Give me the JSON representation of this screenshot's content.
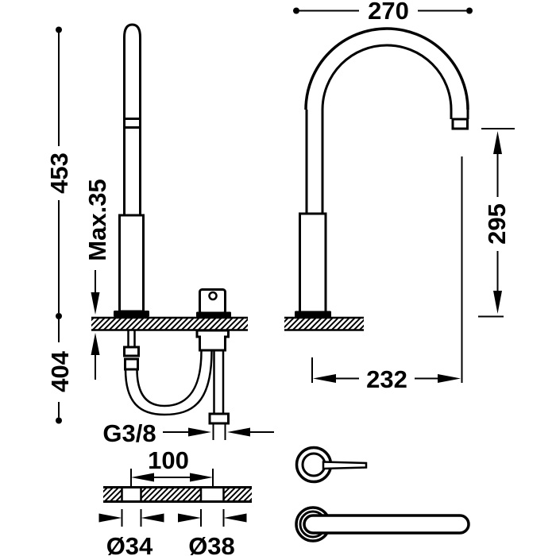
{
  "drawing": {
    "background": "#ffffff",
    "line_color": "#000000",
    "dims": {
      "spout_projection": "270",
      "total_height": "453",
      "max_deck_thickness": "Max.35",
      "outlet_height": "295",
      "below_deck_depth": "404",
      "reach": "232",
      "thread": "G3/8",
      "hole_spacing": "100",
      "hole_left_dia": "Ø34",
      "hole_right_dia": "Ø38"
    }
  }
}
